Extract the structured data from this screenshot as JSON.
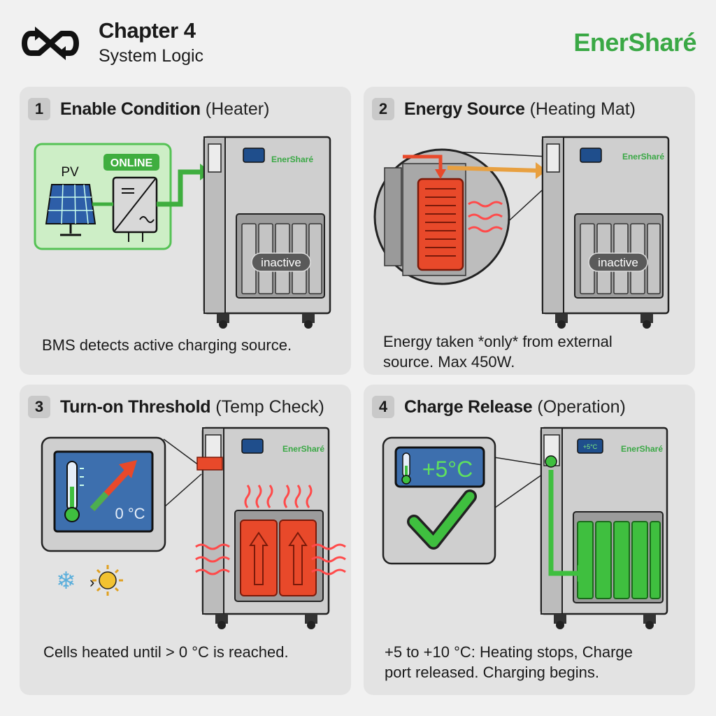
{
  "header": {
    "title": "Chapter 4",
    "subtitle": "System Logic",
    "brand": "EnerSharé"
  },
  "panels": [
    {
      "number": "1",
      "title_bold": "Enable Condition",
      "title_rest": "(Heater)",
      "pv_label": "PV",
      "status_badge": "ONLINE",
      "cells_state": "inactive",
      "unit_brand": "EnerSharé",
      "caption": "BMS detects active charging source."
    },
    {
      "number": "2",
      "title_bold": "Energy Source",
      "title_rest": "(Heating Mat)",
      "cells_state": "inactive",
      "unit_brand": "EnerSharé",
      "caption_line1": "Energy taken *only* from external",
      "caption_line2": "source. Max 450W."
    },
    {
      "number": "3",
      "title_bold": "Turn-on Threshold",
      "title_rest": "(Temp Check)",
      "temp_reading": "0 °C",
      "unit_brand": "EnerSharé",
      "caption": "Cells heated until > 0 °C is reached."
    },
    {
      "number": "4",
      "title_bold": "Charge Release",
      "title_rest": "(Operation)",
      "temp_reading": "+5°C",
      "display_small": "+5°C",
      "unit_brand": "EnerSharé",
      "caption_line1": "+5 to +10 °C: Heating stops, Charge",
      "caption_line2": "port released. Charging begins."
    }
  ],
  "colors": {
    "brand_green": "#3aa845",
    "heat_red": "#e8492a",
    "charge_green": "#3fbf3f",
    "online_green": "#3fae3f"
  }
}
